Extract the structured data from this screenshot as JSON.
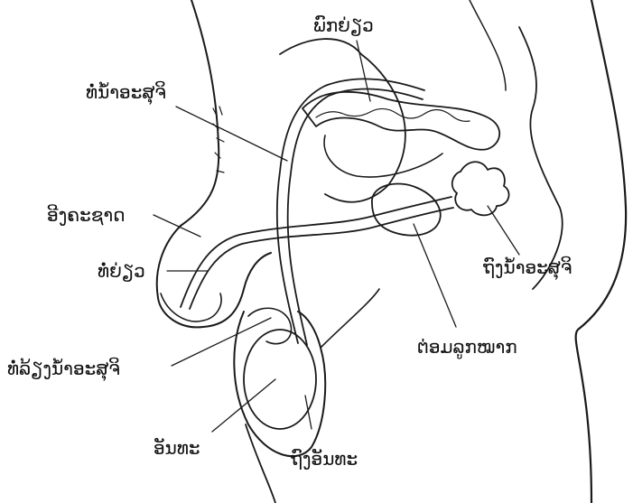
{
  "labels": {
    "seminal_vesicle": "ພົກຍ່ຽວ",
    "vas_deferens": "ທໍ່ນ້ຳອະສຸຈິ",
    "penis": "ອີງຄະຊາດ",
    "urethra": "ທໍ່ຍ່ຽວ",
    "seminal_gland": "ຖົງນ້ຳອະສຸຈິ",
    "prostate": "ຕ່ອມລູກໝາກ",
    "epididymis": "ທໍ່ລ້ຽງນ້ຳອະສຸຈິ",
    "testis": "ອັນທະ",
    "scrotum": "ຖົງອັນທະ"
  },
  "colors": {
    "ink": "#1a1a1a",
    "background": "#ffffff"
  }
}
